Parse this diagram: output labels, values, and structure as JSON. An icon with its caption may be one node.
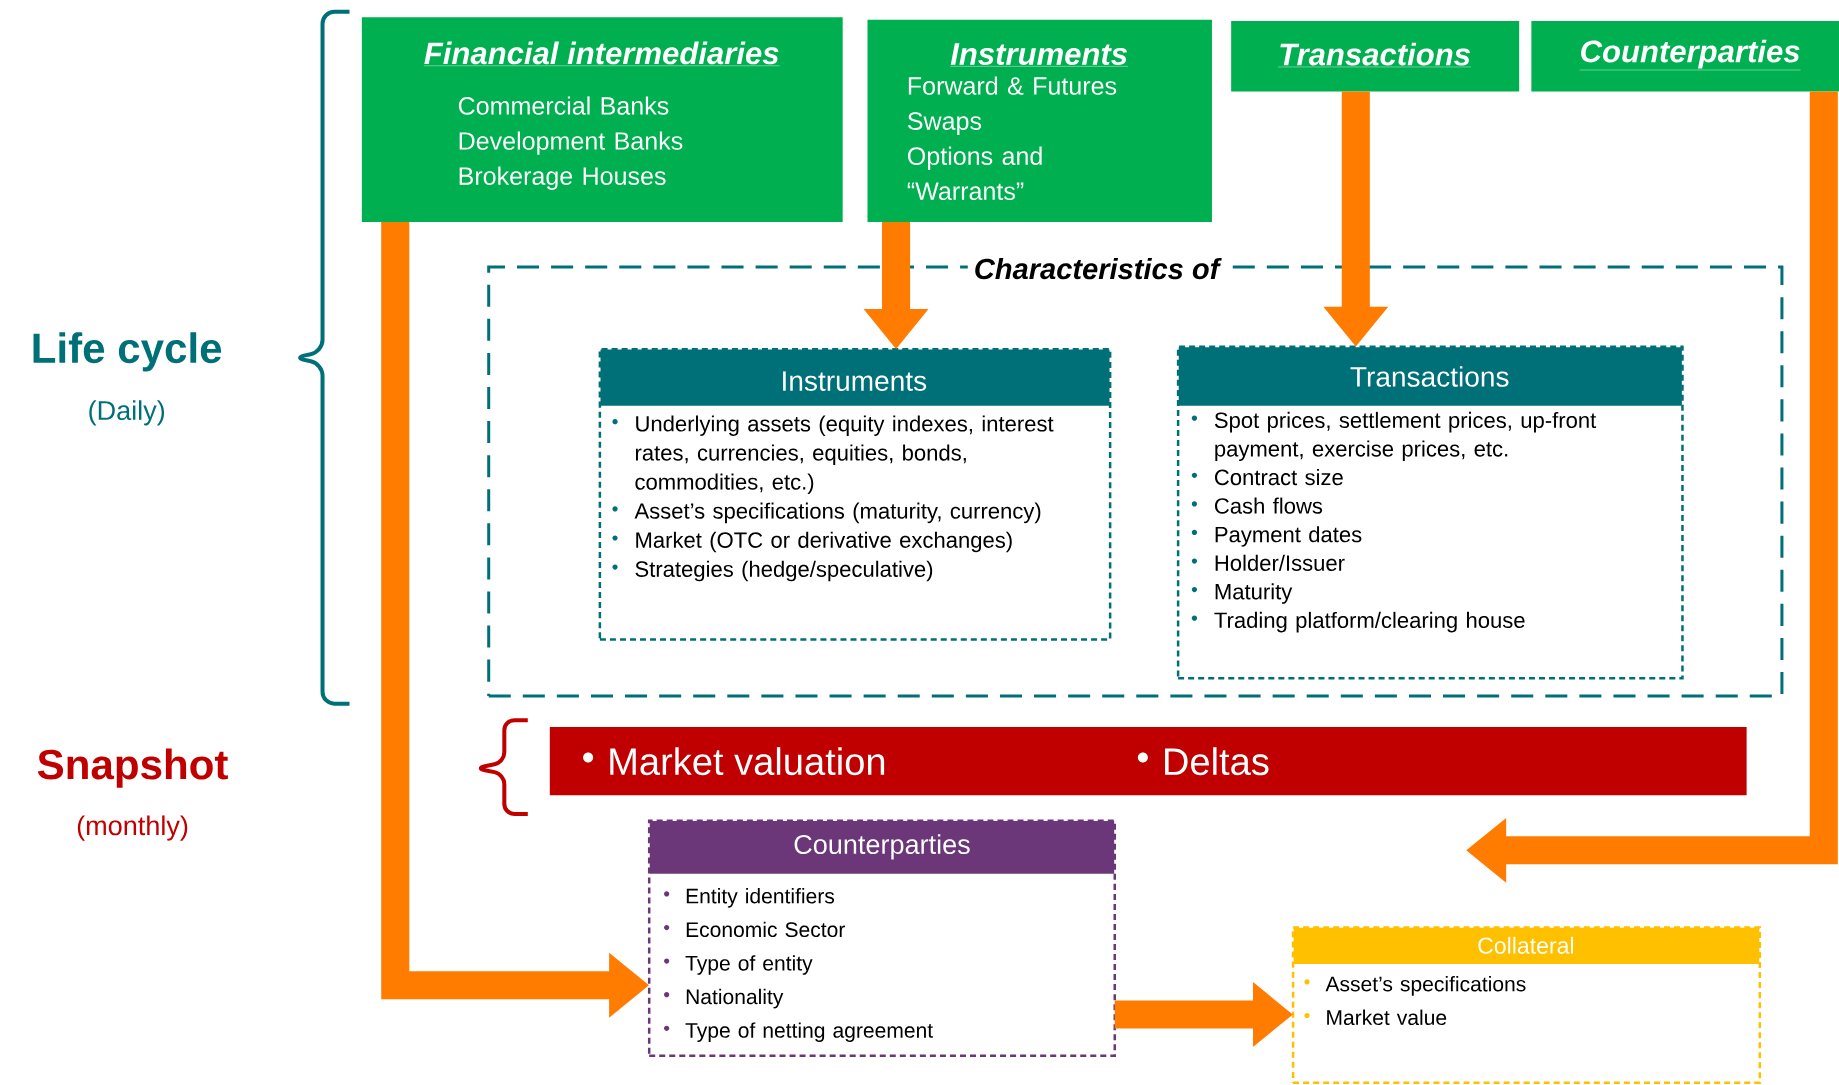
{
  "diagram": {
    "nodes": [
      {
        "text": [
          "Financial intermediaries",
          "Commercial Banks",
          "Development Banks",
          "Brokerage Houses"
        ]
      },
      {
        "text": [
          "Instruments",
          "Forward & Futures",
          "Swaps",
          "Options and “Warrants”"
        ]
      },
      {
        "text": [
          "Transactions"
        ]
      },
      {
        "text": [
          "Counterparties"
        ]
      },
      {
        "text": [
          "Characteristics of"
        ]
      },
      {
        "text": [
          "Instruments",
          "Underlying assets (equity indexes, interest rates, currencies, equities, bonds, commodities, etc.)",
          "Asset’s specifications (maturity, currency)",
          "Market (OTC or derivative exchanges)",
          "Strategies (hedge/speculative)"
        ],
        "in": 4
      },
      {
        "text": [
          "Transactions",
          "Spot prices, settlement prices, up-front payment, exercise prices, etc.",
          "Contract size",
          "Cash flows",
          "Payment dates",
          "Holder/Issuer",
          "Maturity",
          "Trading platform/clearing house"
        ],
        "in": 4
      },
      {
        "text": [
          "Market valuation",
          "Deltas"
        ]
      },
      {
        "text": [
          "Counterparties",
          "Entity identifiers",
          "Economic Sector",
          "Type of entity",
          "Nationality",
          "Type of netting agreement"
        ]
      },
      {
        "text": [
          "Collateral",
          "Asset’s specifications",
          "Market value"
        ]
      }
    ],
    "edges": [
      {
        "from": 1,
        "to": 5,
        "arrow": "to"
      },
      {
        "from": 2,
        "to": 6,
        "arrow": "to"
      },
      {
        "from": 0,
        "to": 8,
        "arrow": "to"
      },
      {
        "from": 3,
        "to": null,
        "arrow": "to"
      },
      {
        "from": 8,
        "to": 9,
        "arrow": "to"
      }
    ],
    "labels": [
      "Life cycle",
      "(Daily)",
      "Snapshot",
      "(monthly)"
    ]
  }
}
